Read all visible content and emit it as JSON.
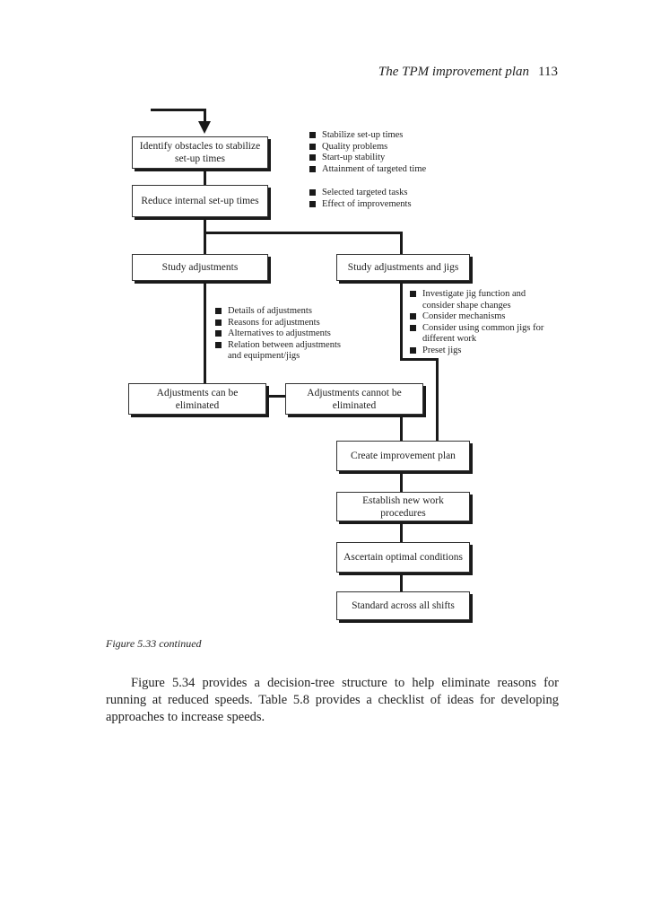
{
  "header": {
    "title": "The TPM improvement plan",
    "page_number": "113"
  },
  "flowchart": {
    "boxes": {
      "identify": "Identify obstacles to stabilize set-up times",
      "reduce": "Reduce internal set-up times",
      "study_adj": "Study adjustments",
      "study_adj_jigs": "Study adjustments and jigs",
      "can_eliminate": "Adjustments can be eliminated",
      "cannot_eliminate": "Adjustments cannot be eliminated",
      "create_plan": "Create improvement plan",
      "establish": "Establish new work procedures",
      "ascertain": "Ascertain optimal conditions",
      "standard": "Standard across all shifts"
    },
    "notes": {
      "identify": [
        "Stabilize set-up times",
        "Quality problems",
        "Start-up stability",
        "Attainment of targeted time"
      ],
      "reduce": [
        "Selected targeted tasks",
        "Effect of improvements"
      ],
      "study_adj": [
        "Details of adjustments",
        "Reasons for adjustments",
        "Alternatives to adjustments",
        "Relation between adjustments and equipment/jigs"
      ],
      "study_adj_jigs": [
        "Investigate jig function and consider shape changes",
        "Consider mechanisms",
        "Consider using common jigs for different work",
        "Preset jigs"
      ]
    }
  },
  "caption": "Figure 5.33 continued",
  "body_text": "Figure 5.34 provides a decision-tree structure to help eliminate reasons for running at reduced speeds. Table 5.8 provides a checklist of ideas for developing approaches to increase speeds."
}
